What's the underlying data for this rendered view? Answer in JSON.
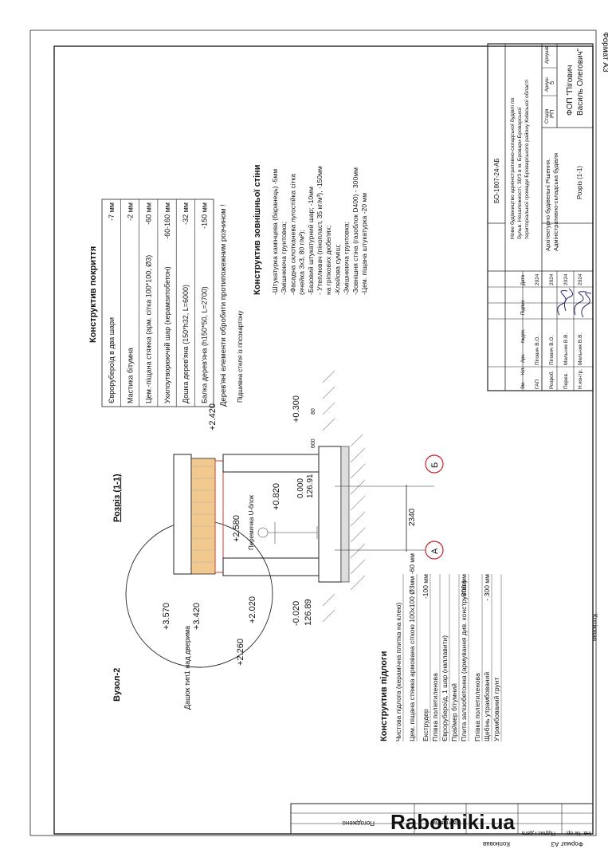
{
  "sheet": {
    "format_label": "Формат А3",
    "copied_label": "Копіював",
    "stamp_side": [
      "Інв. № ор.",
      "Підпис і дата",
      "Зам інв №",
      "Погоджено"
    ],
    "watermark": "Rabotniki.ua"
  },
  "roof": {
    "heading": "Конструктив покриття",
    "layers": [
      {
        "name": "Єврорубероїд в два шари",
        "value": "-7 мм"
      },
      {
        "name": "Мастика бітумна",
        "value": "-2 мм"
      },
      {
        "name": "Цем.-піщана стяжка (арм. сітка 100*100, Ø3)",
        "value": "-60 мм"
      },
      {
        "name": "Ухилоутворюючий шар (керамзитобетон)",
        "value": "-60-160 мм"
      },
      {
        "name": "Дошка дерев'яна (150*h32, L=6000)",
        "value": "-32 мм"
      },
      {
        "name": "Балка дерев'яна (h150*50, L=2700)",
        "value": "-150 мм"
      }
    ],
    "warning": "Дерев'яні елементи обробити протипожежним розчином !"
  },
  "wall": {
    "heading": "Конструктив зовнішньої стіни",
    "layers": [
      "-Штукатурка камінцева (баранець) -5мм",
      "-Змішнююча грунтовка;",
      "-Фасадна склотканева лугостійка сітка",
      "(ячейка 3х3, 80 г/м²);",
      "-Базовий штукатурний шар; -10мм",
      "- Утеплювач (пінопласт, 35 кг/м³), -150мм",
      "на гріпкових дюбелях;",
      "-Клейова суміш;",
      "-Змішнююча грунтовка;",
      "-Зовнішня стіна (газоблок D400) - 300мм",
      "-Цем. піщана штукатурка -20 мм"
    ]
  },
  "section": {
    "title": "Розріз (1-1)",
    "node": "Вузол-2",
    "levels": [
      "+2.420",
      "+0.300",
      "+2.580",
      "+0.820",
      "+3.570",
      "+3.420",
      "+2.260",
      "+2.020",
      "-0.020",
      "126.89",
      "0.000",
      "126.91"
    ],
    "notes": [
      "Підшивна стеля із гіпсокартону",
      "Перемичка U-блок",
      "Дашок тип1 над дверима"
    ],
    "dimension": "2340",
    "small_dims": [
      "600",
      "80"
    ],
    "axes": [
      "А",
      "Б"
    ]
  },
  "floor": {
    "heading": "Конструктив підлоги",
    "layers": [
      {
        "name": "Чистова підлога (керамічна плитка на клею)",
        "value": ""
      },
      {
        "name": "Цем. піщана стяжка армована сіткою 100x100 Ø3мм -60 мм",
        "value": ""
      },
      {
        "name": "Екструдер",
        "value": "-100 мм"
      },
      {
        "name": "Плівка поліетиленова",
        "value": ""
      },
      {
        "name": "Єврорубероїд, 1 шар (наплавити)",
        "value": ""
      },
      {
        "name": "Праймер бітумний",
        "value": ""
      },
      {
        "name": "Плита залізобетонна (армування див. конструктив)",
        "value": "-300 мм"
      },
      {
        "name": "Плівка поліетиленова",
        "value": ""
      },
      {
        "name": "Щебінь утрамбований",
        "value": "- 300 мм"
      },
      {
        "name": "Утрамбований грунт",
        "value": ""
      }
    ]
  },
  "stamp": {
    "code": "БО-1807-24-АБ",
    "project": "Нове будівництво адміністративно-складської будівлі по бульв. Незалежності, 30/3 в м. Бровари Броварської територіальної громади Броварського району Київської області",
    "object1": "Архітектурно будівельні Рішення.",
    "object2": "Адміністративно-складська будівля",
    "sheet_name": "Розріз (1-1)",
    "stage_headers": [
      "Стадія",
      "Аркуш",
      "Аркушів"
    ],
    "stage_values": [
      "РП",
      "5",
      ""
    ],
    "company": "ФОП \"Пігович Василь Олегович\"",
    "col_headers": [
      "Зм.",
      "Кіл.",
      "Арк.",
      "№док.",
      "Підпис",
      "Дата"
    ],
    "roles": [
      {
        "role": "ГАП",
        "name": "Пігович В.О.",
        "date": "2024"
      },
      {
        "role": "Розроб.",
        "name": "Пігович В.О.",
        "date": "2024"
      },
      {
        "role": "Перев.",
        "name": "Мельник В.В.",
        "date": "2024"
      },
      {
        "role": "Н.контр.",
        "name": "Мельник В.В.",
        "date": "2024"
      }
    ]
  },
  "colors": {
    "line": "#1a1a1a",
    "warning": "#d23a1e",
    "axis": "#c8202a",
    "level_red": "#d43b2f",
    "hatch": "#8a8a8a",
    "wood": "#f1c98f"
  }
}
